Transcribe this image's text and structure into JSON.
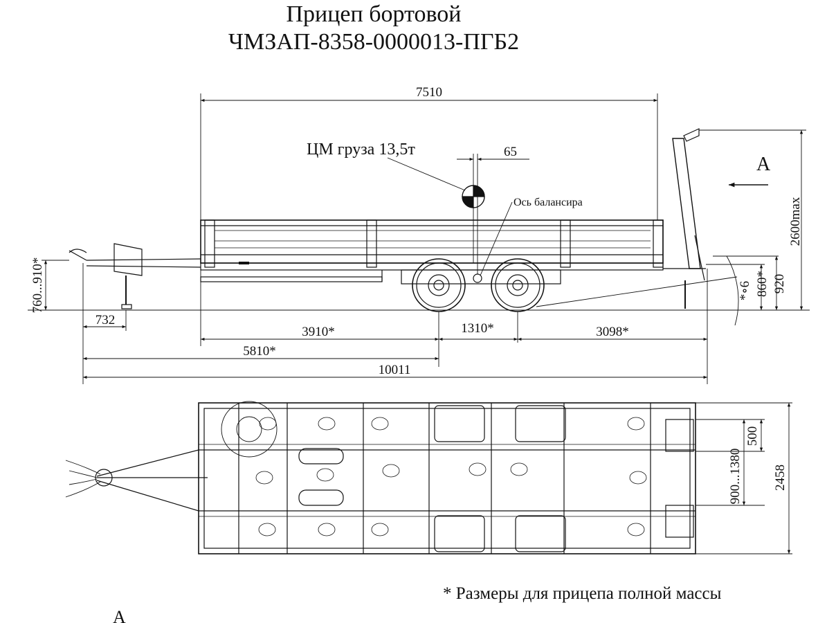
{
  "title": {
    "line1": "Прицеп бортовой",
    "line2": "ЧМЗАП-8358-0000013-ПГБ2"
  },
  "side_view": {
    "overall_body_length": "7510",
    "cog_label": "ЦМ груза 13,5т",
    "cog_offset": "65",
    "balancer_axis_label": "Ось балансира",
    "view_label": "A",
    "height_max": "2600max",
    "platform_height_full": "860*",
    "platform_height": "920",
    "angle": "*∘6",
    "hitch_height": "760...910*",
    "drawbar_offset": "732",
    "front_to_axle": "3910*",
    "axle_spacing": "1310*",
    "rear_overhang": "3098*",
    "hitch_to_axle": "5810*",
    "overall_length": "10011"
  },
  "top_view": {
    "width": "2458",
    "ramp_width": "500",
    "ramp_spacing": "900...1380"
  },
  "footnote": "* Размеры для прицепа полной массы",
  "bottom_view_label": "A",
  "colors": {
    "line": "#111111",
    "background": "#ffffff"
  }
}
